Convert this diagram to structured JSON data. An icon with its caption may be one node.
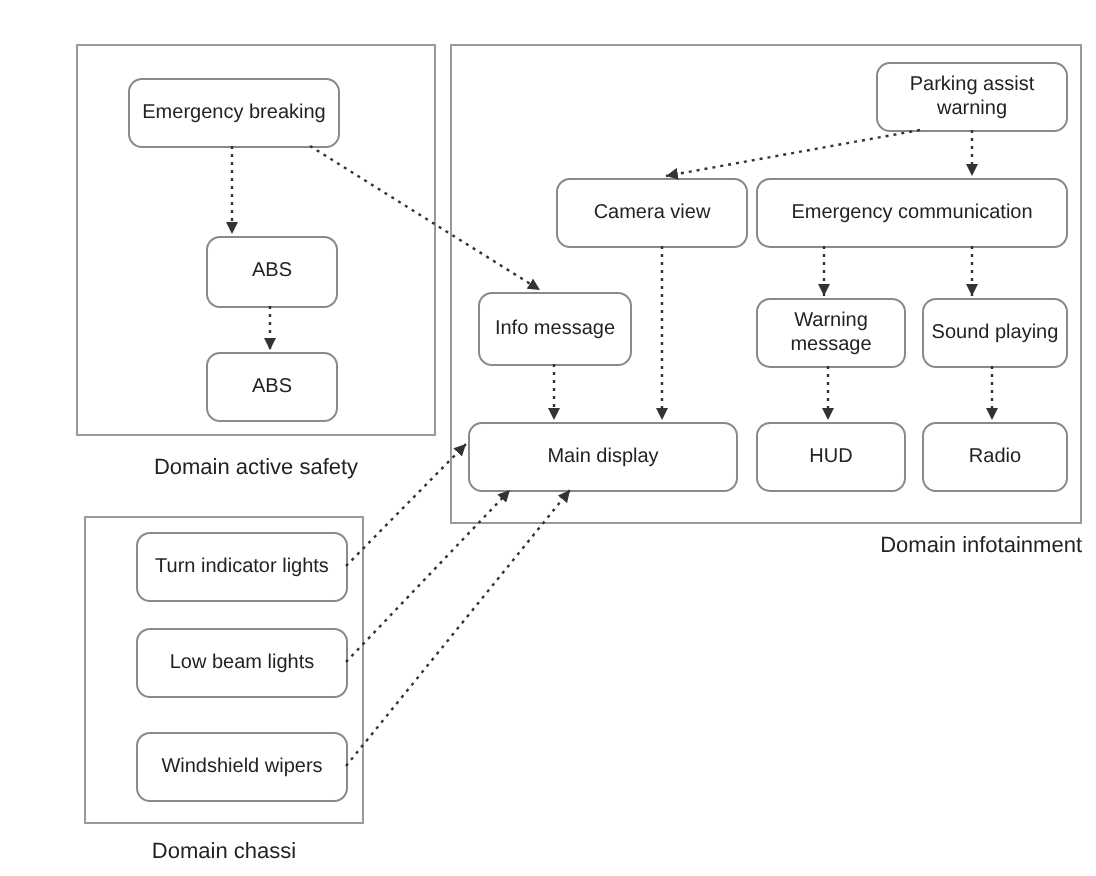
{
  "diagram": {
    "nodes": [
      {
        "text": [
          "Domain active safety"
        ]
      },
      {
        "text": [
          "Emergency breaking"
        ],
        "in": 0
      },
      {
        "text": [
          "ABS"
        ],
        "in": 0
      },
      {
        "text": [
          "ABS"
        ],
        "in": 0
      },
      {
        "text": [
          "Domain infotainment"
        ]
      },
      {
        "text": [
          "Parking assist warning"
        ],
        "in": 4
      },
      {
        "text": [
          "Camera view"
        ],
        "in": 4
      },
      {
        "text": [
          "Emergency communication"
        ],
        "in": 4
      },
      {
        "text": [
          "Info message"
        ],
        "in": 4
      },
      {
        "text": [
          "Warning message"
        ],
        "in": 4
      },
      {
        "text": [
          "Sound playing"
        ],
        "in": 4
      },
      {
        "text": [
          "Main display"
        ],
        "in": 4
      },
      {
        "text": [
          "HUD"
        ],
        "in": 4
      },
      {
        "text": [
          "Radio"
        ],
        "in": 4
      },
      {
        "text": [
          "Domain chassi"
        ]
      },
      {
        "text": [
          "Turn indicator lights"
        ],
        "in": 14
      },
      {
        "text": [
          "Low beam lights"
        ],
        "in": 14
      },
      {
        "text": [
          "Windshield wipers"
        ],
        "in": 14
      }
    ],
    "edges": [
      {
        "from": 1,
        "to": 2,
        "arrow": "to",
        "style": "dashed"
      },
      {
        "from": 2,
        "to": 3,
        "arrow": "to",
        "style": "dashed"
      },
      {
        "from": 1,
        "to": 8,
        "arrow": "to",
        "style": "dashed"
      },
      {
        "from": 5,
        "to": 6,
        "arrow": "to",
        "style": "dashed"
      },
      {
        "from": 5,
        "to": 7,
        "arrow": "to",
        "style": "dashed"
      },
      {
        "from": 6,
        "to": 11,
        "arrow": "to",
        "style": "dashed"
      },
      {
        "from": 7,
        "to": 9,
        "arrow": "to",
        "style": "dashed"
      },
      {
        "from": 7,
        "to": 10,
        "arrow": "to",
        "style": "dashed"
      },
      {
        "from": 8,
        "to": 11,
        "arrow": "to",
        "style": "dashed"
      },
      {
        "from": 9,
        "to": 12,
        "arrow": "to",
        "style": "dashed"
      },
      {
        "from": 10,
        "to": 13,
        "arrow": "to",
        "style": "dashed"
      },
      {
        "from": 15,
        "to": 11,
        "arrow": "to",
        "style": "dashed"
      },
      {
        "from": 16,
        "to": 11,
        "arrow": "to",
        "style": "dashed"
      },
      {
        "from": 17,
        "to": 11,
        "arrow": "to",
        "style": "dashed"
      }
    ]
  }
}
